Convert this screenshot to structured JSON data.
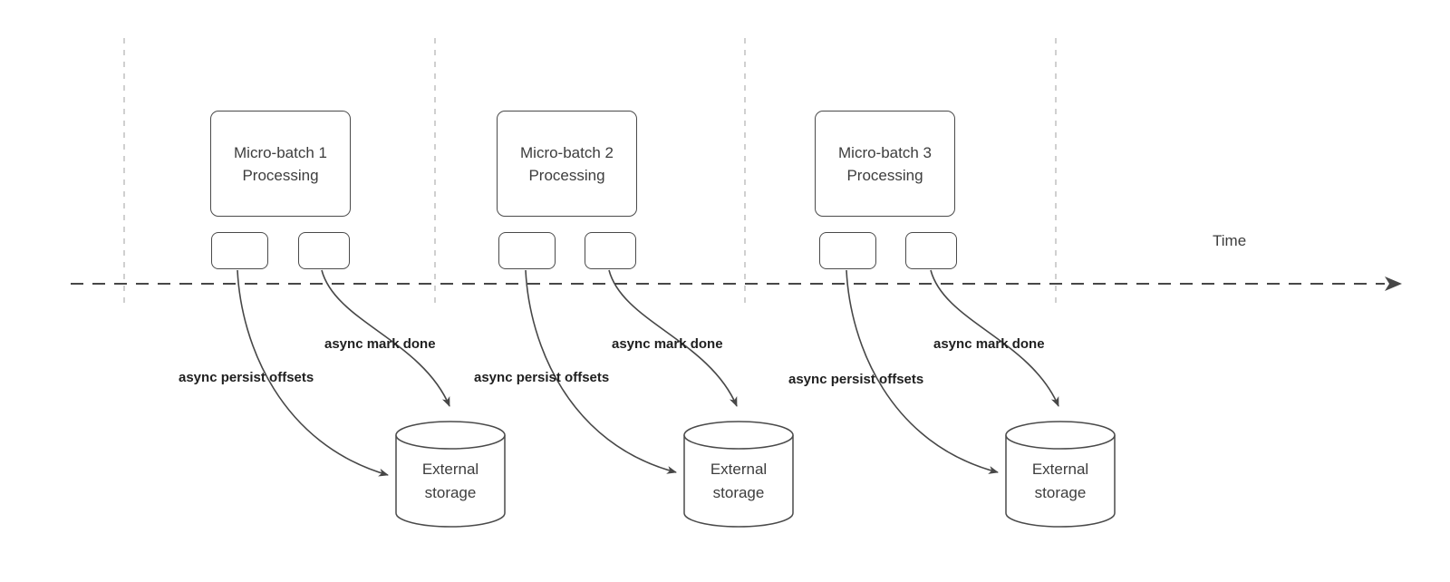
{
  "timeline": {
    "label": "Time"
  },
  "groups": [
    {
      "batch_line1": "Micro-batch 1",
      "batch_line2": "Processing",
      "persist_label": "async persist offsets",
      "done_label": "async mark done",
      "storage_line1": "External",
      "storage_line2": "storage"
    },
    {
      "batch_line1": "Micro-batch 2",
      "batch_line2": "Processing",
      "persist_label": "async persist offsets",
      "done_label": "async mark done",
      "storage_line1": "External",
      "storage_line2": "storage"
    },
    {
      "batch_line1": "Micro-batch 3",
      "batch_line2": "Processing",
      "persist_label": "async persist offsets",
      "done_label": "async mark done",
      "storage_line1": "External",
      "storage_line2": "storage"
    }
  ],
  "colors": {
    "shape_stroke": "#4a4a4a",
    "timeline_stroke": "#474747",
    "tick_dash": "#bcbcbc",
    "text": "#3d3d3d",
    "label_text": "#1f1f1f",
    "background": "#ffffff"
  }
}
